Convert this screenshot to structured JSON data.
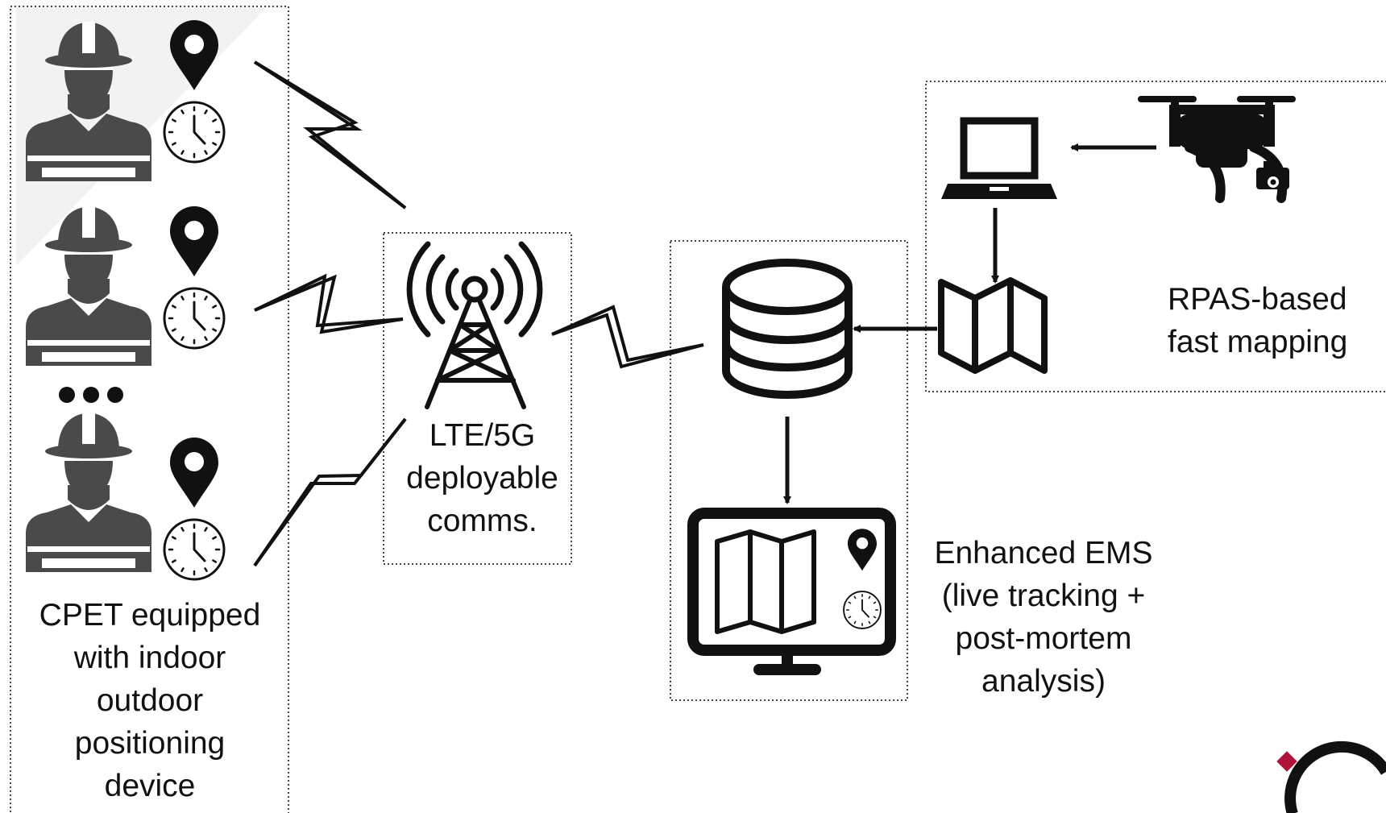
{
  "groups": {
    "cpet": {
      "label": [
        "CPET equipped",
        "with indoor",
        "outdoor",
        "positioning",
        "device"
      ]
    },
    "comms": {
      "label": [
        "LTE/5G",
        "deployable",
        "comms."
      ]
    },
    "ems": {
      "label": [
        "Enhanced EMS",
        "(live tracking +",
        "post-mortem",
        "analysis)"
      ]
    },
    "rpas": {
      "label": [
        "RPAS-based",
        "fast mapping"
      ]
    }
  },
  "colors": {
    "ink": "#111111",
    "helmet": "#4a4a4a",
    "box_border": "#444444",
    "logo_red": "#b0123a"
  },
  "icons": [
    "firefighter-icon",
    "location-pin-icon",
    "clock-icon",
    "ellipsis-icon",
    "cell-tower-icon",
    "database-icon",
    "monitor-map-icon",
    "laptop-icon",
    "drone-icon",
    "folded-map-icon",
    "logo-mark"
  ]
}
